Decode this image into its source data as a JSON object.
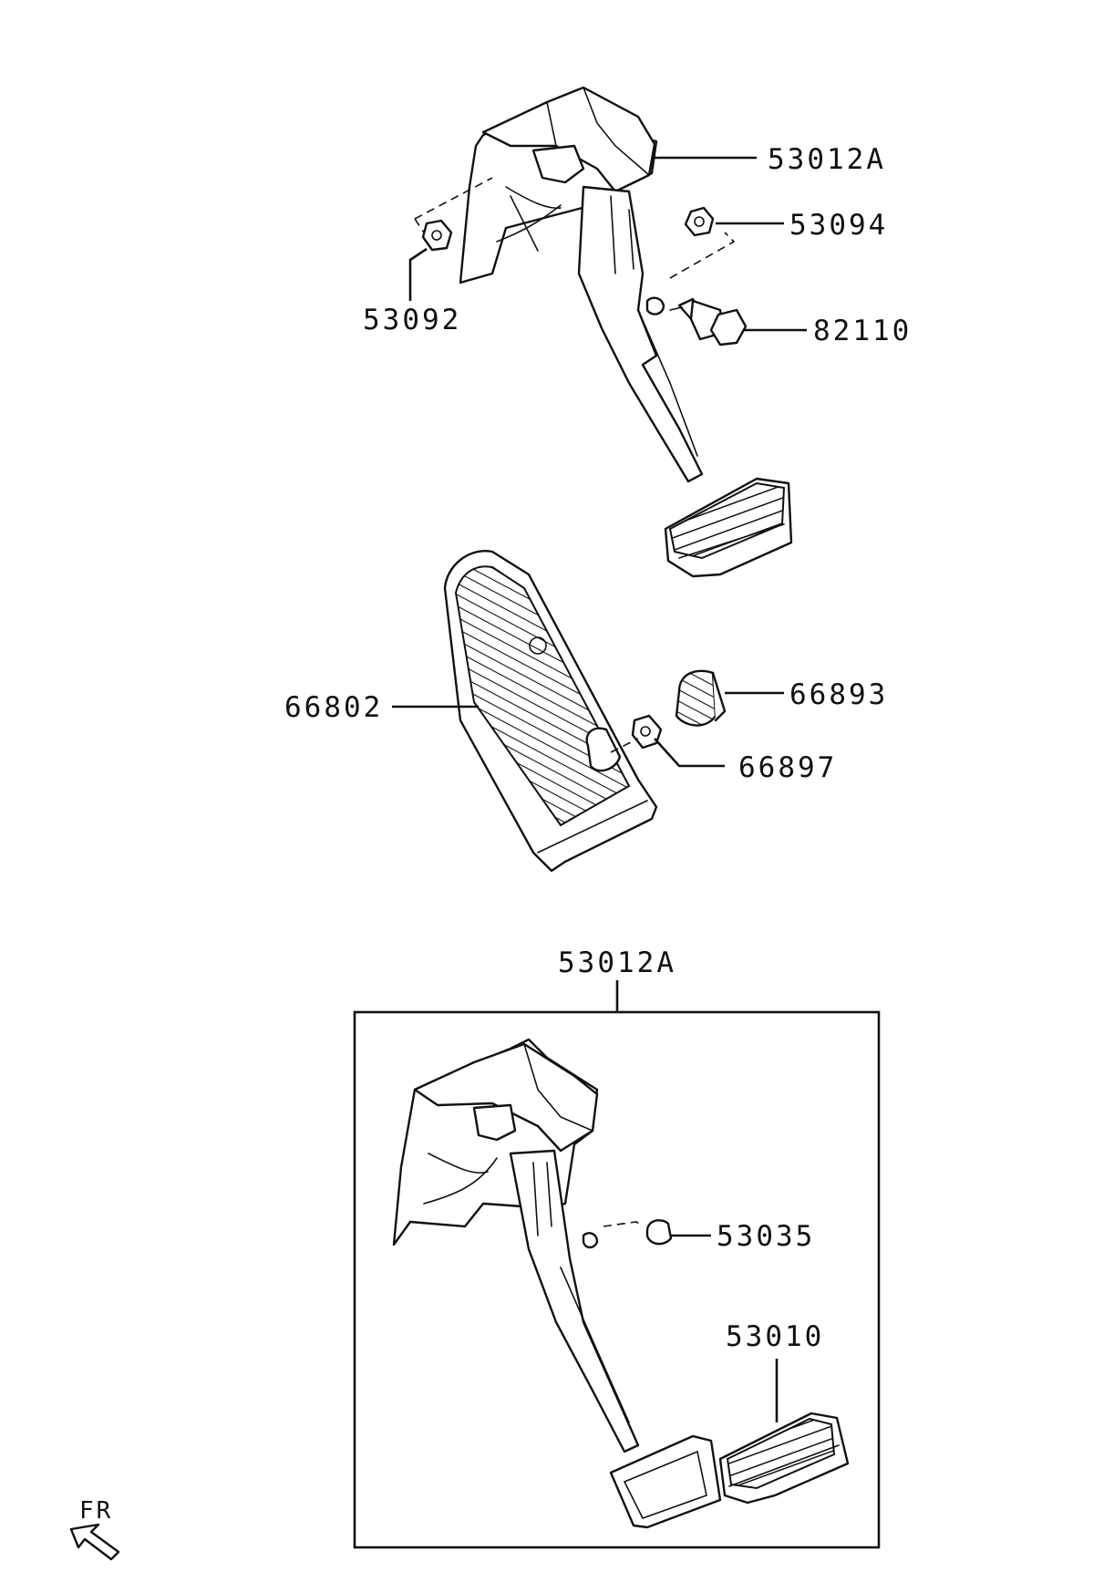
{
  "labels": {
    "top_assembly": "53012A",
    "nut_right": "53094",
    "nut_left": "53092",
    "stop_lamp_switch": "82110",
    "accel_pedal": "66802",
    "stopper_pad": "66893",
    "stopper_bolt": "66897",
    "box_assembly": "53012A",
    "bushing": "53035",
    "pedal_pad": "53010"
  },
  "direction_marker": "FR"
}
